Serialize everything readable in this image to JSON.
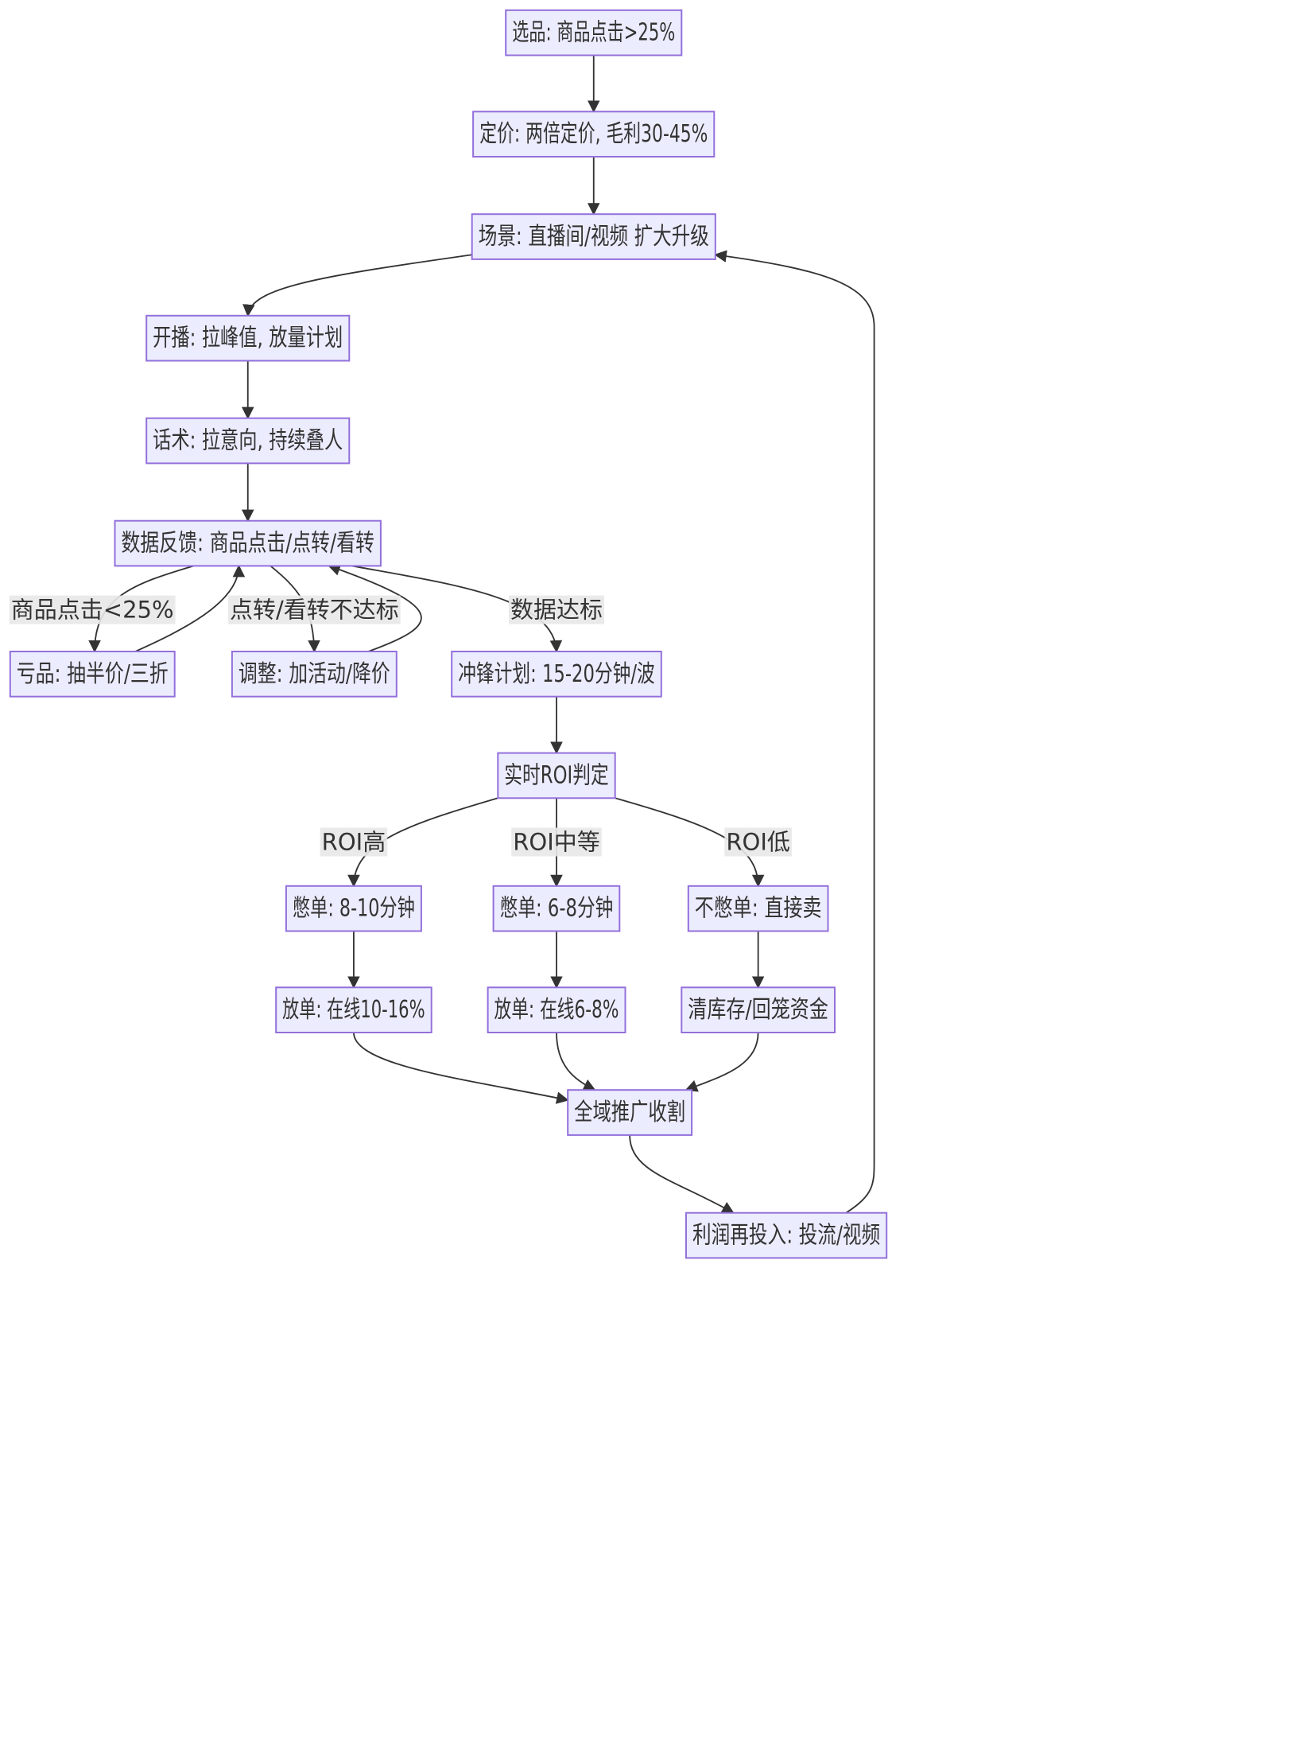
{
  "diagram": {
    "colors": {
      "node_fill": "#ECECFF",
      "node_stroke": "#9370DB",
      "edge": "#333333",
      "label_bg": "#E8E8E8",
      "text": "#333333"
    },
    "nodes": [
      {
        "id": "select",
        "label": "选品: 商品点击>25%"
      },
      {
        "id": "price",
        "label": "定价: 两倍定价, 毛利30-45%"
      },
      {
        "id": "scene",
        "label": "场景: 直播间/视频 扩大升级"
      },
      {
        "id": "start",
        "label": "开播: 拉峰值, 放量计划"
      },
      {
        "id": "script",
        "label": "话术: 拉意向, 持续叠人"
      },
      {
        "id": "feedback",
        "label": "数据反馈: 商品点击/点转/看转"
      },
      {
        "id": "loss",
        "label": "亏品: 抽半价/三折"
      },
      {
        "id": "adjust",
        "label": "调整: 加活动/降价"
      },
      {
        "id": "charge",
        "label": "冲锋计划: 15-20分钟/波"
      },
      {
        "id": "roi",
        "label": "实时ROI判定"
      },
      {
        "id": "hold_high",
        "label": "憋单: 8-10分钟"
      },
      {
        "id": "hold_mid",
        "label": "憋单: 6-8分钟"
      },
      {
        "id": "nohold",
        "label": "不憋单: 直接卖"
      },
      {
        "id": "release_high",
        "label": "放单: 在线10-16%"
      },
      {
        "id": "release_mid",
        "label": "放单: 在线6-8%"
      },
      {
        "id": "clear",
        "label": "清库存/回笼资金"
      },
      {
        "id": "harvest",
        "label": "全域推广收割"
      },
      {
        "id": "reinvest",
        "label": "利润再投入: 投流/视频"
      }
    ],
    "edges": [
      {
        "from": "select",
        "to": "price",
        "label": ""
      },
      {
        "from": "price",
        "to": "scene",
        "label": ""
      },
      {
        "from": "scene",
        "to": "start",
        "label": ""
      },
      {
        "from": "start",
        "to": "script",
        "label": ""
      },
      {
        "from": "script",
        "to": "feedback",
        "label": ""
      },
      {
        "from": "feedback",
        "to": "loss",
        "label": "商品点击<25%"
      },
      {
        "from": "loss",
        "to": "feedback",
        "label": ""
      },
      {
        "from": "feedback",
        "to": "adjust",
        "label": "点转/看转不达标"
      },
      {
        "from": "adjust",
        "to": "feedback",
        "label": ""
      },
      {
        "from": "feedback",
        "to": "charge",
        "label": "数据达标"
      },
      {
        "from": "charge",
        "to": "roi",
        "label": ""
      },
      {
        "from": "roi",
        "to": "hold_high",
        "label": "ROI高"
      },
      {
        "from": "roi",
        "to": "hold_mid",
        "label": "ROI中等"
      },
      {
        "from": "roi",
        "to": "nohold",
        "label": "ROI低"
      },
      {
        "from": "hold_high",
        "to": "release_high",
        "label": ""
      },
      {
        "from": "hold_mid",
        "to": "release_mid",
        "label": ""
      },
      {
        "from": "nohold",
        "to": "clear",
        "label": ""
      },
      {
        "from": "release_high",
        "to": "harvest",
        "label": ""
      },
      {
        "from": "release_mid",
        "to": "harvest",
        "label": ""
      },
      {
        "from": "clear",
        "to": "harvest",
        "label": ""
      },
      {
        "from": "harvest",
        "to": "reinvest",
        "label": ""
      },
      {
        "from": "reinvest",
        "to": "scene",
        "label": ""
      }
    ]
  }
}
